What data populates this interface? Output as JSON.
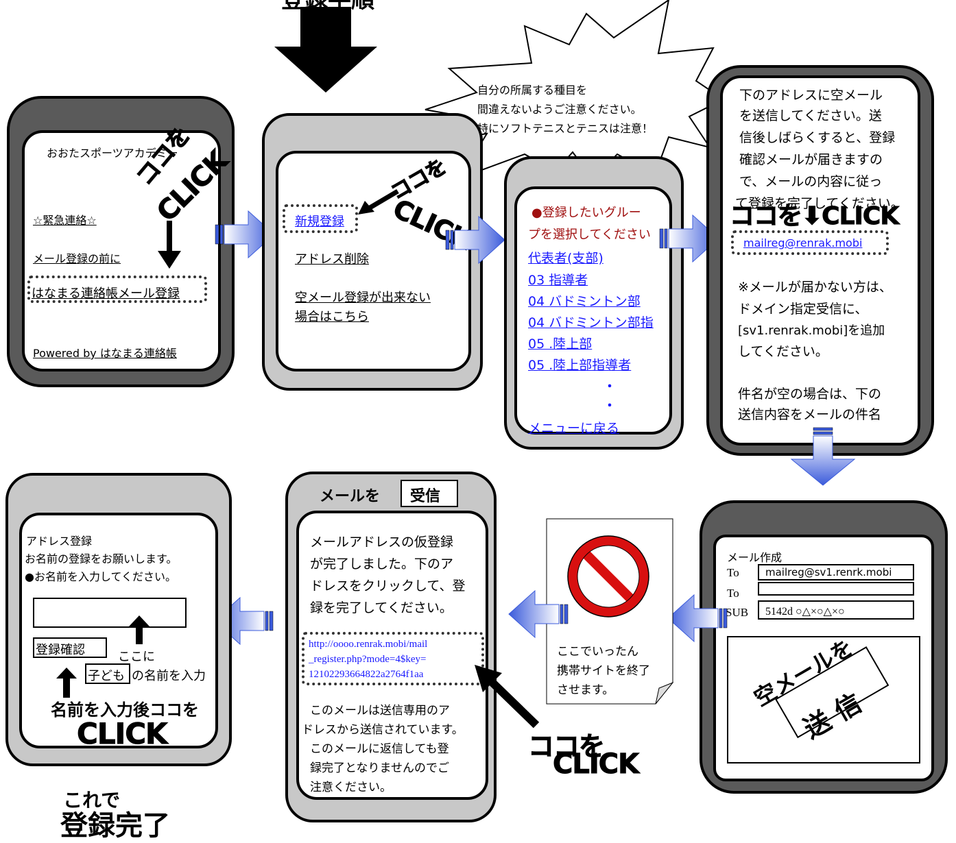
{
  "top_partial_label": "登録手順",
  "speech_bubble": {
    "lines": [
      "自分の所属する種目を",
      "間違えないようご注意ください。",
      "特にソフトテニスとテニスは注意！"
    ]
  },
  "click_callouts": {
    "koko_wo": "ココを",
    "click": "CLICK",
    "koko_wo_click_combined": "ココを⬇CLICK"
  },
  "phone1": {
    "title": "おおたスポーツアカデミー",
    "link_urgent": "☆緊急連絡☆",
    "link_before": "メール登録の前に",
    "link_register": "はなまる連絡帳メール登録",
    "powered": "Powered by はなまる連絡帳"
  },
  "phone2": {
    "link_new": "新規登録",
    "link_delete": "アドレス削除",
    "link_empty_line1": "空メール登録が出来ない",
    "link_empty_line2": "場合はこちら"
  },
  "phone3": {
    "header_line1": "●登録したいグルー",
    "header_line2": "プを選択してください",
    "groups": [
      "代表者(支部)",
      "03 指導者",
      "04 バドミントン部",
      "04 バドミントン部指",
      "05 .陸上部",
      "05 .陸上部指導者"
    ],
    "dots": [
      "・",
      "・"
    ],
    "back": "メニューに戻る"
  },
  "phone4": {
    "lines": [
      "下のアドレスに空メール",
      "を送信してください。送",
      "信後しばらくすると、登録",
      "確認メールが届きますの",
      "で、メールの内容に従っ",
      "て登録を完了してください。"
    ],
    "email": "mailreg@renrak.mobi",
    "note_lines": [
      "※メールが届かない方は、",
      "ドメイン指定受信に、",
      "[sv1.renrak.mobi]を追加",
      "してください。"
    ],
    "subject_lines": [
      "件名が空の場合は、下の",
      "送信内容をメールの件名"
    ]
  },
  "phone5": {
    "header": "メール作成",
    "to_label": "To",
    "to_value": "mailreg@sv1.renrk.mobi",
    "to2_label": "To",
    "sub_label": "SUB",
    "sub_value": "5142d ○△×○△×○",
    "stamp_line1": "空メールを",
    "stamp_line2": "送 信"
  },
  "notice_card": {
    "lines": [
      "ここでいったん",
      "携帯サイトを終了",
      "させます。"
    ]
  },
  "phone6": {
    "top_label": "メールを",
    "top_box": "受信",
    "lines": [
      "メールアドレスの仮登録",
      "が完了しました。下のア",
      "ドレスをクリックして、登",
      "録を完了してください。"
    ],
    "url_lines": [
      "http://oooo.renrak.mobi/mail",
      "_register.php?mode=4$key=",
      "12102293664822a2764f1aa"
    ],
    "footer_lines": [
      "このメールは送信専用のア",
      "ドレスから送信されています。",
      "このメールに返信しても登",
      "録完了となりませんのでご",
      "注意ください。"
    ]
  },
  "phone7": {
    "title": "アドレス登録",
    "line2": "お名前の登録をお願いします。",
    "line3": "●お名前を入力してください。",
    "button": "登録確認",
    "hint_koko": "ここに",
    "hint_child": "子ども",
    "hint_rest": "の名前を入力",
    "after_input": "名前を入力後ココを",
    "click": "CLICK"
  },
  "completion": {
    "line1": "これで",
    "line2": "登録完了"
  }
}
